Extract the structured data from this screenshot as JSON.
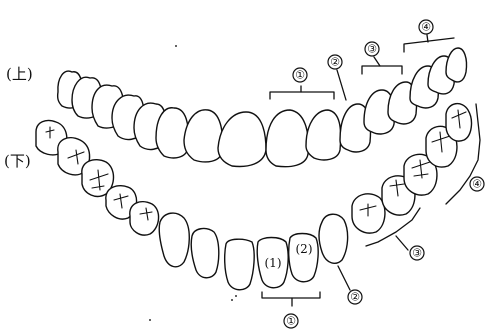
{
  "jaw_labels": {
    "upper": "(上)",
    "lower": "(下)"
  },
  "upper_callouts": [
    "①",
    "②",
    "③",
    "④"
  ],
  "lower_callouts": [
    "④",
    "③",
    "②",
    "①"
  ],
  "lower_tooth_marks": [
    "(1)",
    "(2)"
  ]
}
